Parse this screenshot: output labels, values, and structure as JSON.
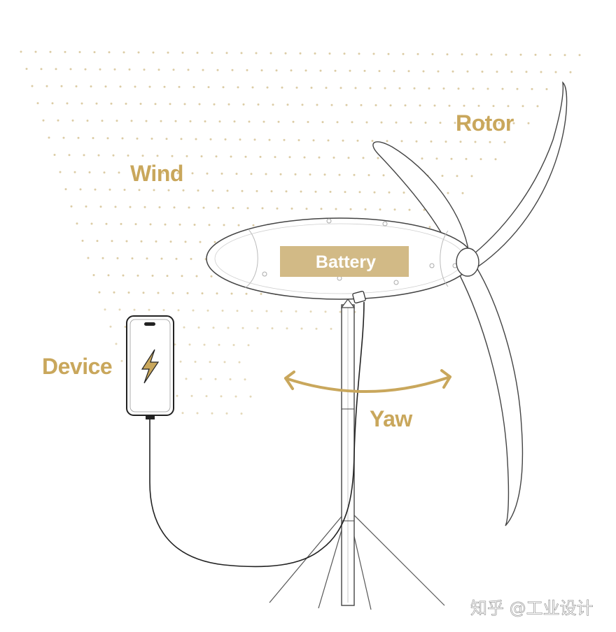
{
  "labels": {
    "wind": "Wind",
    "rotor": "Rotor",
    "battery": "Battery",
    "device": "Device",
    "yaw": "Yaw"
  },
  "watermark": "知乎 @工业设计",
  "colors": {
    "accent": "#c9a75c",
    "battery_fill": "#d2ba86",
    "dots": "#d8c79b",
    "line": "#222222",
    "outline": "#444444",
    "watermark": "#ffffff"
  },
  "icons": [
    "lightning-bolt-icon",
    "smartphone-icon"
  ]
}
